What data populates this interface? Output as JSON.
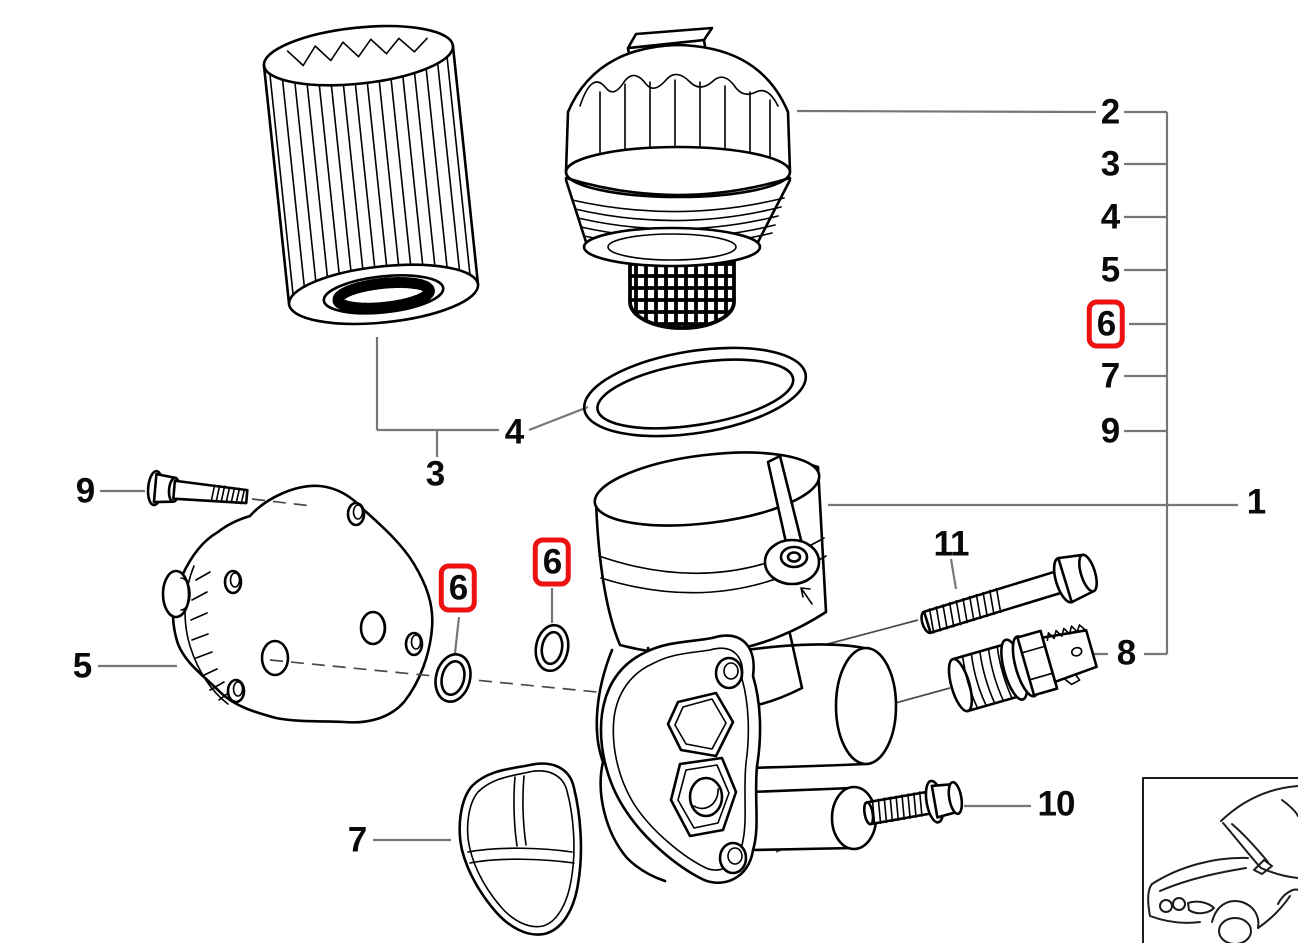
{
  "diagram": {
    "background": "#ffffff",
    "art_color": "#000000",
    "leader_color": "#767676",
    "highlight_color": "#ee1111"
  },
  "callouts": [
    {
      "label": "2",
      "highlighted": false
    },
    {
      "label": "3",
      "highlighted": false
    },
    {
      "label": "4",
      "highlighted": false
    },
    {
      "label": "5",
      "highlighted": false
    },
    {
      "label": "6",
      "highlighted": true
    },
    {
      "label": "7",
      "highlighted": false
    },
    {
      "label": "9",
      "highlighted": false
    },
    {
      "label": "1",
      "highlighted": false
    },
    {
      "label": "8",
      "highlighted": false
    },
    {
      "label": "11",
      "highlighted": false
    },
    {
      "label": "10",
      "highlighted": false
    },
    {
      "label": "9",
      "highlighted": false
    },
    {
      "label": "5",
      "highlighted": false
    },
    {
      "label": "3",
      "highlighted": false
    },
    {
      "label": "4",
      "highlighted": false
    },
    {
      "label": "7",
      "highlighted": false
    },
    {
      "label": "6",
      "highlighted": true
    },
    {
      "label": "6",
      "highlighted": true
    }
  ]
}
